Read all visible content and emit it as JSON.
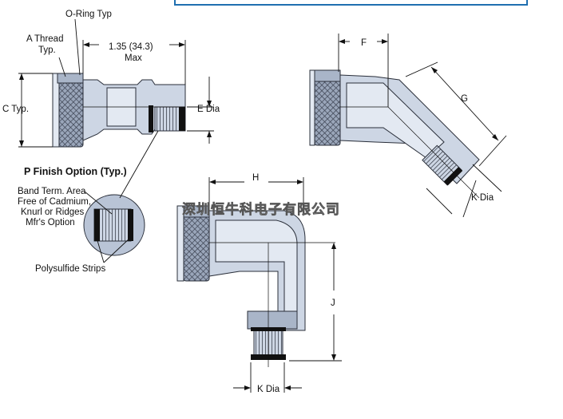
{
  "labels": {
    "o_ring": "O-Ring Typ",
    "a_thread_1": "A Thread",
    "a_thread_2": "Typ.",
    "length_1": "1.35 (34.3)",
    "length_2": "Max",
    "c_typ": "C Typ.",
    "e_dia": "E Dia",
    "f": "F",
    "g": "G",
    "k_dia_right": "K Dia",
    "h": "H",
    "j": "J",
    "k_dia_bottom": "K Dia",
    "p_finish_title": "P Finish Option (Typ.)",
    "band_1": "Band Term. Area",
    "band_2": "Free of Cadmium,",
    "band_3": "Knurl or Ridges",
    "band_4": "Mfr's Option",
    "polysulfide": "Polysulfide Strips",
    "watermark": "深圳恒牛科电子有限公司"
  },
  "colors": {
    "body": "#cdd6e4",
    "body_light": "#e3e9f2",
    "body_dark": "#a9b5c8",
    "outline": "#2a2f3a",
    "frame": "#1f6fb0"
  }
}
